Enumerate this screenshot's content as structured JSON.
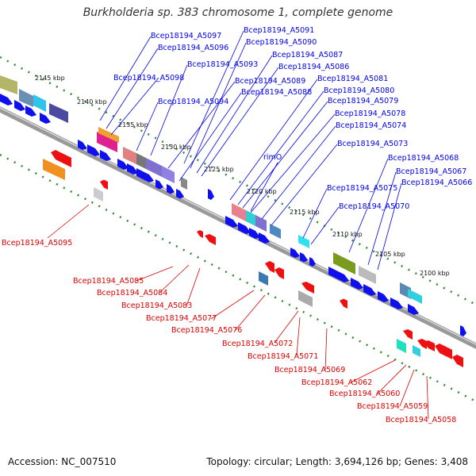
{
  "title": "Burkholderia sp. 383 chromosome 1, complete genome",
  "footer": {
    "accession": "Accession: NC_007510",
    "topology": "Topology: circular; Length: 3,694,126 bp; Genes: 3,408"
  },
  "colors": {
    "forward_arrow": "#1010ee",
    "reverse_arrow": "#ee1010",
    "forward_label": "#0000ee",
    "reverse_label": "#dd0000",
    "backbone": "#888888",
    "dots": "#2e8b2e"
  },
  "ticks": [
    "2145 kbp",
    "2140 kbp",
    "2135 kbp",
    "2130 kbp",
    "2125 kbp",
    "2120 kbp",
    "2115 kbp",
    "2110 kbp",
    "2105 kbp",
    "2100 kbp"
  ],
  "forward_labels": [
    "Bcep18194_A5097",
    "Bcep18194_A5096",
    "Bcep18194_A5098",
    "Bcep18194_A5094",
    "Bcep18194_A5091",
    "Bcep18194_A5090",
    "Bcep18194_A5093",
    "Bcep18194_A5087",
    "Bcep18194_A5086",
    "Bcep18194_A5089",
    "Bcep18194_A5081",
    "Bcep18194_A5088",
    "Bcep18194_A5080",
    "Bcep18194_A5079",
    "Bcep18194_A5078",
    "Bcep18194_A5074",
    "Bcep18194_A5073",
    "rimO",
    "Bcep18194_A5068",
    "Bcep18194_A5067",
    "Bcep18194_A5066",
    "Bcep18194_A5075",
    "Bcep18194_A5070"
  ],
  "reverse_labels": [
    "Bcep18194_A5095",
    "Bcep18194_A5085",
    "Bcep18194_A5084",
    "Bcep18194_A5083",
    "Bcep18194_A5077",
    "Bcep18194_A5076",
    "Bcep18194_A5072",
    "Bcep18194_A5071",
    "Bcep18194_A5069",
    "Bcep18194_A5062",
    "Bcep18194_A5060",
    "Bcep18194_A5059",
    "Bcep18194_A5058"
  ]
}
